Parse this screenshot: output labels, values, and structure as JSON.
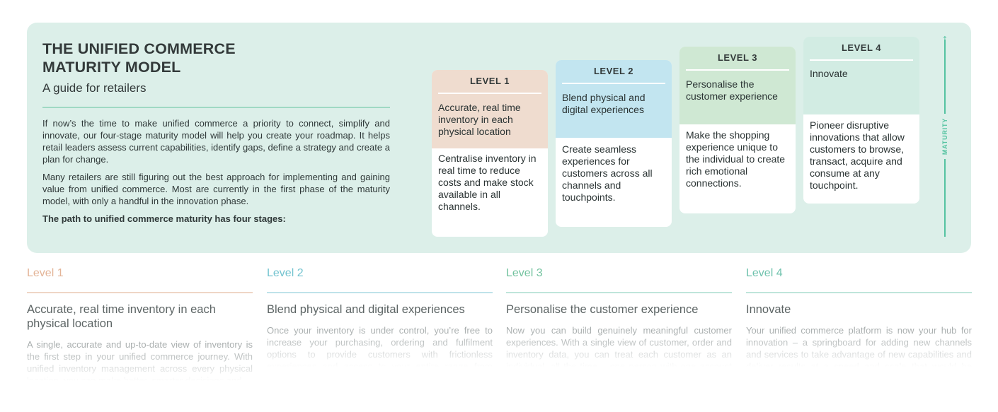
{
  "header": {
    "title": "THE UNIFIED COMMERCE MATURITY MODEL",
    "subtitle": "A guide for retailers"
  },
  "intro": {
    "p1": "If now’s the time to make unified commerce a priority to connect, simplify and innovate, our four-stage maturity model will help you create your roadmap. It helps retail leaders assess current capabilities, identify gaps, define a strategy and create a plan for change.",
    "p2": "Many retailers are still figuring out the best approach for implementing and gaining value from unified commerce. Most are currently in the first phase of the maturity model, with only a handful in the innovation phase.",
    "p3": "The path to unified commerce maturity has four stages:"
  },
  "cards": [
    {
      "level": "LEVEL 1",
      "title": "Accurate, real time inventory in each physical location",
      "body": "Centralise inventory in real time to reduce costs and make stock available in all channels.",
      "color": "#efdccf"
    },
    {
      "level": "LEVEL 2",
      "title": "Blend physical and digital experiences",
      "body": "Create seamless experiences for customers across all channels and touchpoints.",
      "color": "#c2e5f0"
    },
    {
      "level": "LEVEL 3",
      "title": "Personalise the customer experience",
      "body": "Make the shopping experience unique to the individual to create rich emotional connections.",
      "color": "#cfe8d3"
    },
    {
      "level": "LEVEL 4",
      "title": "Innovate",
      "body": "Pioneer disruptive innovations that allow customers to browse, transact, acquire and consume at any touchpoint.",
      "color": "#d2ece3"
    }
  ],
  "axis": {
    "label": "MATURITY",
    "arrow_icon": "arrow-up-icon",
    "color": "#55c3a1"
  },
  "columns": [
    {
      "level": "Level 1",
      "title": "Accurate, real time inventory in each physical location",
      "text": "A single, accurate and up-to-date view of inventory is the first step in your unified commerce journey. With unified inventory management across every physical location, you can make better, smarter decisions and"
    },
    {
      "level": "Level 2",
      "title": "Blend physical and digital experiences",
      "text": "Once your inventory is under control, you’re free to increase your purchasing, ordering and fulfilment options to provide customers with frictionless experiences and access to your entire range from anywhere, at any time, on any channel and"
    },
    {
      "level": "Level 3",
      "title": "Personalise the customer experience",
      "text": "Now you can build genuinely meaningful customer experiences. With a single view of customer, order and inventory data, you can treat each customer as an individual, all the time – one person with one account and one history, whatever channel they"
    },
    {
      "level": "Level 4",
      "title": "Innovate",
      "text": "Your unified commerce platform is now your hub for innovation – a springboard for adding new channels and services to take advantage of new capabilities and deliver results at a speed and scale that would be impossible with disconnected systems and"
    }
  ]
}
